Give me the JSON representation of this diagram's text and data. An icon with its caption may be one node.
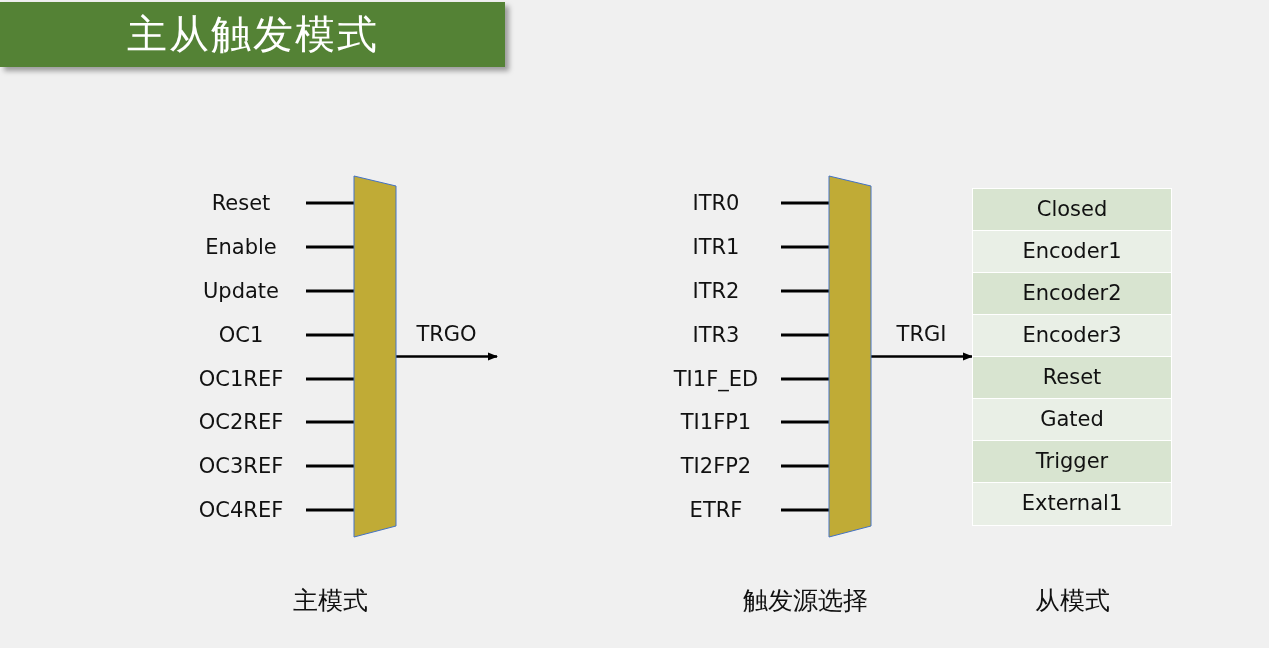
{
  "diagram": {
    "title": "主从触发模式",
    "nodes": [
      {
        "text": [
          "Reset"
        ]
      },
      {
        "text": [
          "Enable"
        ]
      },
      {
        "text": [
          "Update"
        ]
      },
      {
        "text": [
          "OC1"
        ]
      },
      {
        "text": [
          "OC1REF"
        ]
      },
      {
        "text": [
          "OC2REF"
        ]
      },
      {
        "text": [
          "OC3REF"
        ]
      },
      {
        "text": [
          "OC4REF"
        ]
      },
      {
        "text": [],
        "shape": "trapezoid",
        "beside": [
          "主模式"
        ]
      },
      {
        "text": [
          "ITR0"
        ]
      },
      {
        "text": [
          "ITR1"
        ]
      },
      {
        "text": [
          "ITR2"
        ]
      },
      {
        "text": [
          "ITR3"
        ]
      },
      {
        "text": [
          "TI1F_ED"
        ]
      },
      {
        "text": [
          "TI1FP1"
        ]
      },
      {
        "text": [
          "TI2FP2"
        ]
      },
      {
        "text": [
          "ETRF"
        ]
      },
      {
        "text": [],
        "shape": "trapezoid",
        "beside": [
          "触发源选择"
        ]
      },
      {
        "text": [],
        "shape": "table",
        "beside": [
          "从模式"
        ]
      },
      {
        "text": [
          "Closed"
        ],
        "in": 18
      },
      {
        "text": [
          "Encoder1"
        ],
        "in": 18
      },
      {
        "text": [
          "Encoder2"
        ],
        "in": 18
      },
      {
        "text": [
          "Encoder3"
        ],
        "in": 18
      },
      {
        "text": [
          "Reset"
        ],
        "in": 18
      },
      {
        "text": [
          "Gated"
        ],
        "in": 18
      },
      {
        "text": [
          "Trigger"
        ],
        "in": 18
      },
      {
        "text": [
          "External1"
        ],
        "in": 18
      }
    ],
    "edges": [
      {
        "from": 0,
        "to": 8,
        "arrow": "none"
      },
      {
        "from": 1,
        "to": 8,
        "arrow": "none"
      },
      {
        "from": 2,
        "to": 8,
        "arrow": "none"
      },
      {
        "from": 3,
        "to": 8,
        "arrow": "none"
      },
      {
        "from": 4,
        "to": 8,
        "arrow": "none"
      },
      {
        "from": 5,
        "to": 8,
        "arrow": "none"
      },
      {
        "from": 6,
        "to": 8,
        "arrow": "none"
      },
      {
        "from": 7,
        "to": 8,
        "arrow": "none"
      },
      {
        "from": 8,
        "to": null,
        "arrow": "to",
        "label": "TRGO"
      },
      {
        "from": 9,
        "to": 17,
        "arrow": "none"
      },
      {
        "from": 10,
        "to": 17,
        "arrow": "none"
      },
      {
        "from": 11,
        "to": 17,
        "arrow": "none"
      },
      {
        "from": 12,
        "to": 17,
        "arrow": "none"
      },
      {
        "from": 13,
        "to": 17,
        "arrow": "none"
      },
      {
        "from": 14,
        "to": 17,
        "arrow": "none"
      },
      {
        "from": 15,
        "to": 17,
        "arrow": "none"
      },
      {
        "from": 16,
        "to": 17,
        "arrow": "none"
      },
      {
        "from": 17,
        "to": 18,
        "arrow": "to",
        "label": "TRGI"
      }
    ]
  }
}
